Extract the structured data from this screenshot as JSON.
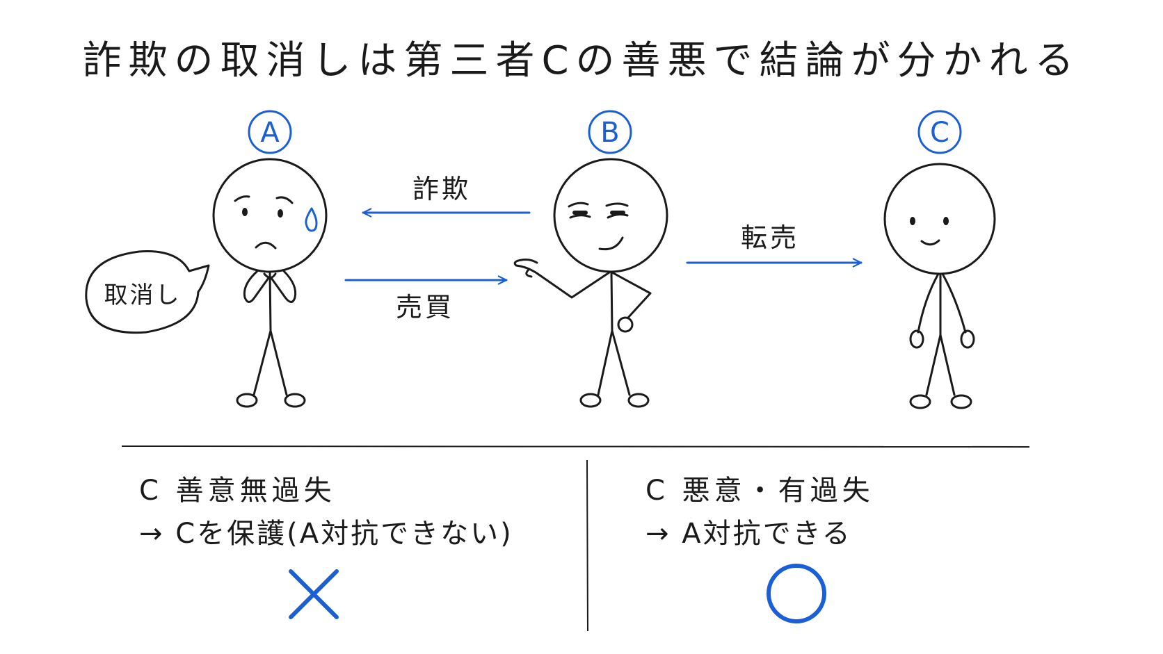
{
  "title": "詐欺の取消しは第三者Cの善悪で結論が分かれる",
  "persons": [
    {
      "letter": "A"
    },
    {
      "letter": "B"
    },
    {
      "letter": "C"
    }
  ],
  "speech_bubble": "取消し",
  "arrows": {
    "fraud": "詐欺",
    "sale": "売買",
    "resale": "転売"
  },
  "outcomes": [
    {
      "condition": "C 善意無過失",
      "result": "→ Cを保護(A対抗できない)",
      "mark": "cross-icon"
    },
    {
      "condition": "C 悪意・有過失",
      "result": "→ A対抗できる",
      "mark": "circle-icon"
    }
  ],
  "colors": {
    "accent": "#1a5fd6",
    "ink": "#1a1a1a"
  }
}
